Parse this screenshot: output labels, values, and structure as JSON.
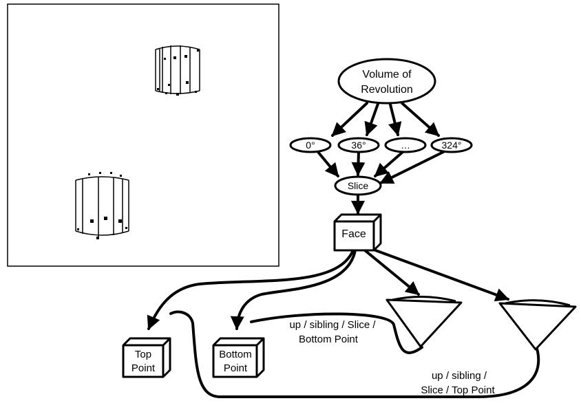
{
  "graph": {
    "root": {
      "line1": "Volume of",
      "line2": "Revolution"
    },
    "angles": [
      "0°",
      "36°",
      "…",
      "324°"
    ],
    "slice": "Slice",
    "face": "Face",
    "top_point": {
      "line1": "Top",
      "line2": "Point"
    },
    "bottom_point": {
      "line1": "Bottom",
      "line2": "Point"
    }
  },
  "annotations": {
    "bottom_path": {
      "line1": "up / sibling / Slice /",
      "line2": "Bottom Point"
    },
    "top_path": {
      "line1": "up / sibling /",
      "line2": "Slice / Top Point"
    }
  }
}
